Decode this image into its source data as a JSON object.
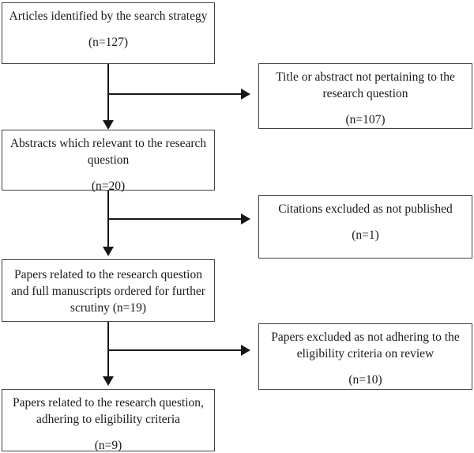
{
  "flowchart": {
    "title_semantic": "Article selection flow diagram",
    "colors": {
      "background": "#ffffff",
      "box_border": "#424242",
      "line": "#171717",
      "text": "#1a1a1a"
    },
    "left": {
      "articles_identified": {
        "text": "Articles identified by the search strategy",
        "count": "(n=127)"
      },
      "abstracts_relevant": {
        "text": "Abstracts which relevant to the research\nquestion",
        "count": "(n=20)"
      },
      "papers_scrutiny": {
        "text": "Papers related to the research question\nand full manuscripts ordered for further\nscrutiny (n=19)"
      },
      "papers_eligible": {
        "text": "Papers related to the research question,\nadhering to eligibility criteria",
        "count": "(n=9)"
      }
    },
    "right": {
      "excluded_title_abstract": {
        "text": "Title or abstract not pertaining to the\nresearch question",
        "count": "(n=107)"
      },
      "excluded_not_published": {
        "text": "Citations excluded as not published",
        "count": "(n=1)"
      },
      "excluded_eligibility": {
        "text": "Papers excluded as not adhering to the\neligibility criteria on review",
        "count": "(n=10)"
      }
    }
  }
}
